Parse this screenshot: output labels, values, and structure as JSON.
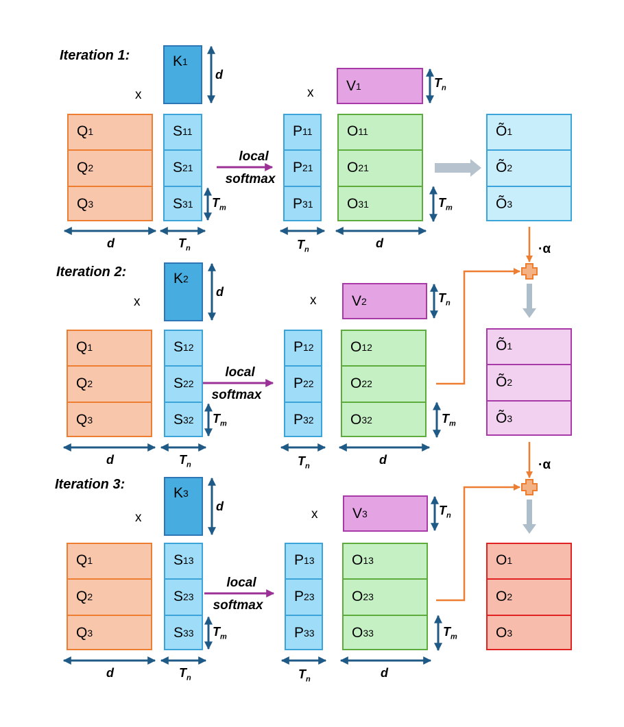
{
  "colors": {
    "q_fill": "#f7c6ab",
    "q_border": "#ed7d31",
    "k_fill": "#47ade0",
    "k_border": "#2e75b6",
    "s_fill": "#9fdcf8",
    "s_border": "#3ba3d8",
    "v_fill": "#e4a4e4",
    "v_border": "#a83aa8",
    "o_fill": "#c4f0c4",
    "o_border": "#5cab3c",
    "otilde1_fill": "#c9eefb",
    "otilde1_border": "#3ba3d8",
    "otilde2_fill": "#f2d0ef",
    "otilde2_border": "#a83aa8",
    "ofinal_fill": "#f8bcac",
    "ofinal_border": "#e02222",
    "dim_arrow": "#1f5a86",
    "softmax_arrow": "#9b3096",
    "combine_arrow": "#ed7d31",
    "flow_arrow": "#aebdca"
  },
  "labels": {
    "local": "local",
    "softmax": "softmax",
    "times": "x",
    "alpha": "·α",
    "d": "d",
    "T": "T",
    "n": "n",
    "m": "m"
  },
  "iterations": [
    {
      "title": "Iteration 1:",
      "q": [
        {
          "b": "Q",
          "s": "1"
        },
        {
          "b": "Q",
          "s": "2"
        },
        {
          "b": "Q",
          "s": "3"
        }
      ],
      "k": {
        "b": "K",
        "s": "1"
      },
      "s": [
        {
          "b": "S",
          "s": "11"
        },
        {
          "b": "S",
          "s": "21"
        },
        {
          "b": "S",
          "s": "31"
        }
      ],
      "p": [
        {
          "b": "P",
          "s": "11"
        },
        {
          "b": "P",
          "s": "21"
        },
        {
          "b": "P",
          "s": "31"
        }
      ],
      "v": {
        "b": "V",
        "s": "1"
      },
      "o": [
        {
          "b": "O",
          "s": "11"
        },
        {
          "b": "O",
          "s": "21"
        },
        {
          "b": "O",
          "s": "31"
        }
      ]
    },
    {
      "title": "Iteration 2:",
      "q": [
        {
          "b": "Q",
          "s": "1"
        },
        {
          "b": "Q",
          "s": "2"
        },
        {
          "b": "Q",
          "s": "3"
        }
      ],
      "k": {
        "b": "K",
        "s": "2"
      },
      "s": [
        {
          "b": "S",
          "s": "12"
        },
        {
          "b": "S",
          "s": "22"
        },
        {
          "b": "S",
          "s": "32"
        }
      ],
      "p": [
        {
          "b": "P",
          "s": "12"
        },
        {
          "b": "P",
          "s": "22"
        },
        {
          "b": "P",
          "s": "32"
        }
      ],
      "v": {
        "b": "V",
        "s": "2"
      },
      "o": [
        {
          "b": "O",
          "s": "12"
        },
        {
          "b": "O",
          "s": "22"
        },
        {
          "b": "O",
          "s": "32"
        }
      ]
    },
    {
      "title": "Iteration 3:",
      "q": [
        {
          "b": "Q",
          "s": "1"
        },
        {
          "b": "Q",
          "s": "2"
        },
        {
          "b": "Q",
          "s": "3"
        }
      ],
      "k": {
        "b": "K",
        "s": "3"
      },
      "s": [
        {
          "b": "S",
          "s": "13"
        },
        {
          "b": "S",
          "s": "23"
        },
        {
          "b": "S",
          "s": "33"
        }
      ],
      "p": [
        {
          "b": "P",
          "s": "13"
        },
        {
          "b": "P",
          "s": "23"
        },
        {
          "b": "P",
          "s": "33"
        }
      ],
      "v": {
        "b": "V",
        "s": "3"
      },
      "o": [
        {
          "b": "O",
          "s": "13"
        },
        {
          "b": "O",
          "s": "23"
        },
        {
          "b": "O",
          "s": "33"
        }
      ]
    }
  ],
  "accumulators": [
    {
      "name": "otilde-after-iteration-1",
      "cells": [
        {
          "b": "Õ",
          "s": "1"
        },
        {
          "b": "Õ",
          "s": "2"
        },
        {
          "b": "Õ",
          "s": "3"
        }
      ]
    },
    {
      "name": "otilde-after-iteration-2",
      "cells": [
        {
          "b": "Õ",
          "s": "1"
        },
        {
          "b": "Õ",
          "s": "2"
        },
        {
          "b": "Õ",
          "s": "3"
        }
      ]
    },
    {
      "name": "final-output",
      "cells": [
        {
          "b": "O",
          "s": "1"
        },
        {
          "b": "O",
          "s": "2"
        },
        {
          "b": "O",
          "s": "3"
        }
      ]
    }
  ]
}
